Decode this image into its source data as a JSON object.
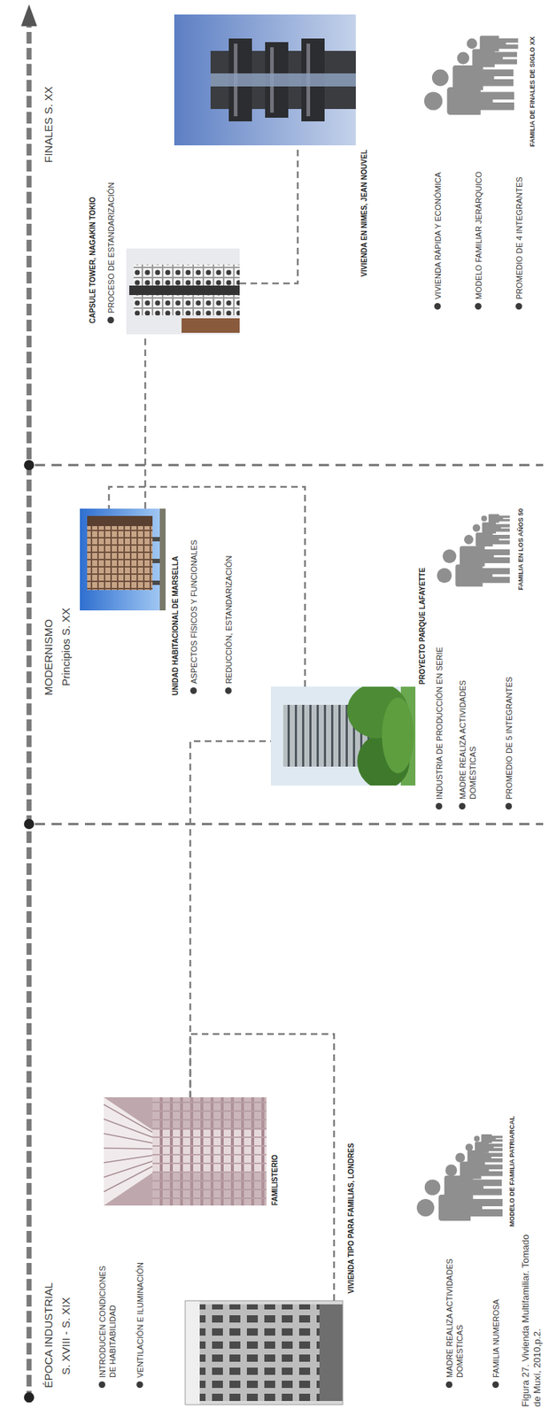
{
  "diagram": {
    "caption": "Figura 27. Vivienda Multifamiliar. Tomado de Muxí, 2010,p.2.",
    "nodes": [
      {
        "text": [
          "VIVIENDA TIPO PARA FAMILIAS, LONDRES"
        ]
      },
      {
        "text": [
          "FAMILISTERIO"
        ]
      },
      {
        "text": [
          "PROYECTO PARQUE LAFAYETTE"
        ]
      },
      {
        "text": [
          "UNIDAD HABITACIONAL DE MARSELLA"
        ]
      },
      {
        "text": [
          "CAPSULE TOWER, NAGAKIN TOKIO"
        ]
      },
      {
        "text": [
          "VIVIENDA EN NIMES, JEAN NOUVEL"
        ]
      }
    ],
    "edges": [
      {
        "from": 0,
        "to": 1,
        "arrow": "none"
      },
      {
        "from": 1,
        "to": 2,
        "arrow": "none"
      },
      {
        "from": 2,
        "to": 3,
        "arrow": "none"
      },
      {
        "from": 3,
        "to": 4,
        "arrow": "none"
      },
      {
        "from": 4,
        "to": 5,
        "arrow": "none"
      }
    ],
    "labels": [
      "ÉPOCA INDUSTRIAL",
      "S. XVIII - S. XIX",
      "MODERNISMO",
      "Principios S. XX",
      "FINALES S. XX",
      "INTRODUCEN CONDICIONES DE HABITABILIDAD",
      "VENTILACIÓN E ILUMINACIÓN",
      "MADRE REALIZA ACTIVIDADES DOMÉSTICAS",
      "FAMILIA NUMEROSA",
      "MODELO DE FAMILIA PATRIARCAL",
      "ASPECTOS FÍSICOS Y FUNCIONALES",
      "REDUCCIÓN, ESTANDARIZACIÓN",
      "INDUSTRIA DE PRODUCCIÓN EN SERIE",
      "MADRE REALIZA ACTIVIDADES DOMÉSTICAS",
      "PROMEDIO DE 5 INTEGRANTES",
      "FAMILIA EN LOS AÑOS 50",
      "PROCESO DE ESTANDARIZACIÓN",
      "VIVIENDA RÁPIDA Y ECONÓMICA",
      "MODELO FAMILIAR JERÁRQUICO",
      "PROMEDIO DE 4 INTEGRANTES",
      "FAMILIA DE FINALES DE SIGLO XX"
    ]
  }
}
